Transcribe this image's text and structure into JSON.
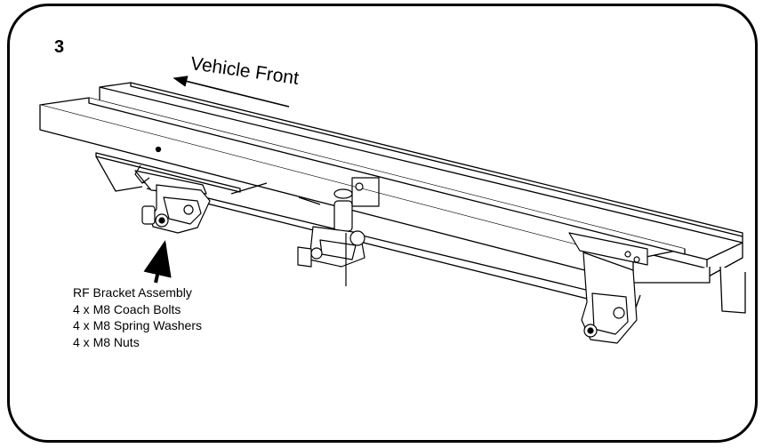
{
  "step_number": "3",
  "direction_label": "Vehicle Front",
  "callout": {
    "title": "RF Bracket Assembly",
    "items": [
      "4 x M8 Coach Bolts",
      "4 x M8 Spring Washers",
      "4 x M8 Nuts"
    ]
  }
}
